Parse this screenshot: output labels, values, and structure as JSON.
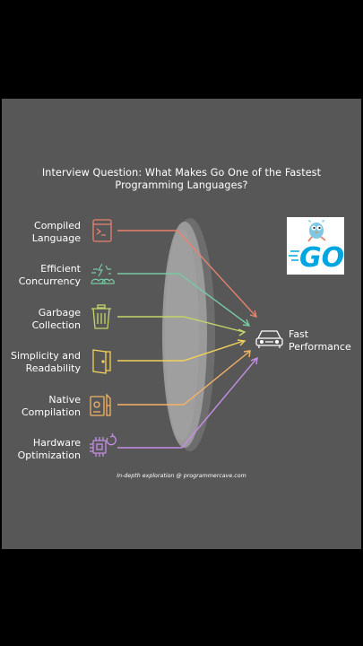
{
  "title_lines": [
    "Interview Question: What Makes Go One of the Fastest",
    "Programming Languages?"
  ],
  "factors": [
    {
      "lines": [
        "Compiled",
        "Language"
      ],
      "icon": "terminal-icon",
      "color": "#e8826e"
    },
    {
      "lines": [
        "Efficient",
        "Concurrency"
      ],
      "icon": "concurrency-icon",
      "color": "#79c9a4"
    },
    {
      "lines": [
        "Garbage",
        "Collection"
      ],
      "icon": "trash-icon",
      "color": "#c4d56a"
    },
    {
      "lines": [
        "Simplicity and",
        "Readability"
      ],
      "icon": "door-icon",
      "color": "#f2d25a"
    },
    {
      "lines": [
        "Native",
        "Compilation"
      ],
      "icon": "build-tools-icon",
      "color": "#f3b267"
    },
    {
      "lines": [
        "Hardware",
        "Optimization"
      ],
      "icon": "chip-icon",
      "color": "#c58ee6"
    }
  ],
  "outcome": {
    "lines": [
      "Fast",
      "Performance"
    ],
    "icon": "car-icon"
  },
  "credit": "In-depth exploration @ programmercave.com",
  "logo": {
    "icon": "go-gopher-logo-icon",
    "text": "GO",
    "color": "#00a6e0"
  },
  "colors": {
    "panel": "#575757",
    "lens": "#9a9a9a",
    "background": "#000000"
  }
}
